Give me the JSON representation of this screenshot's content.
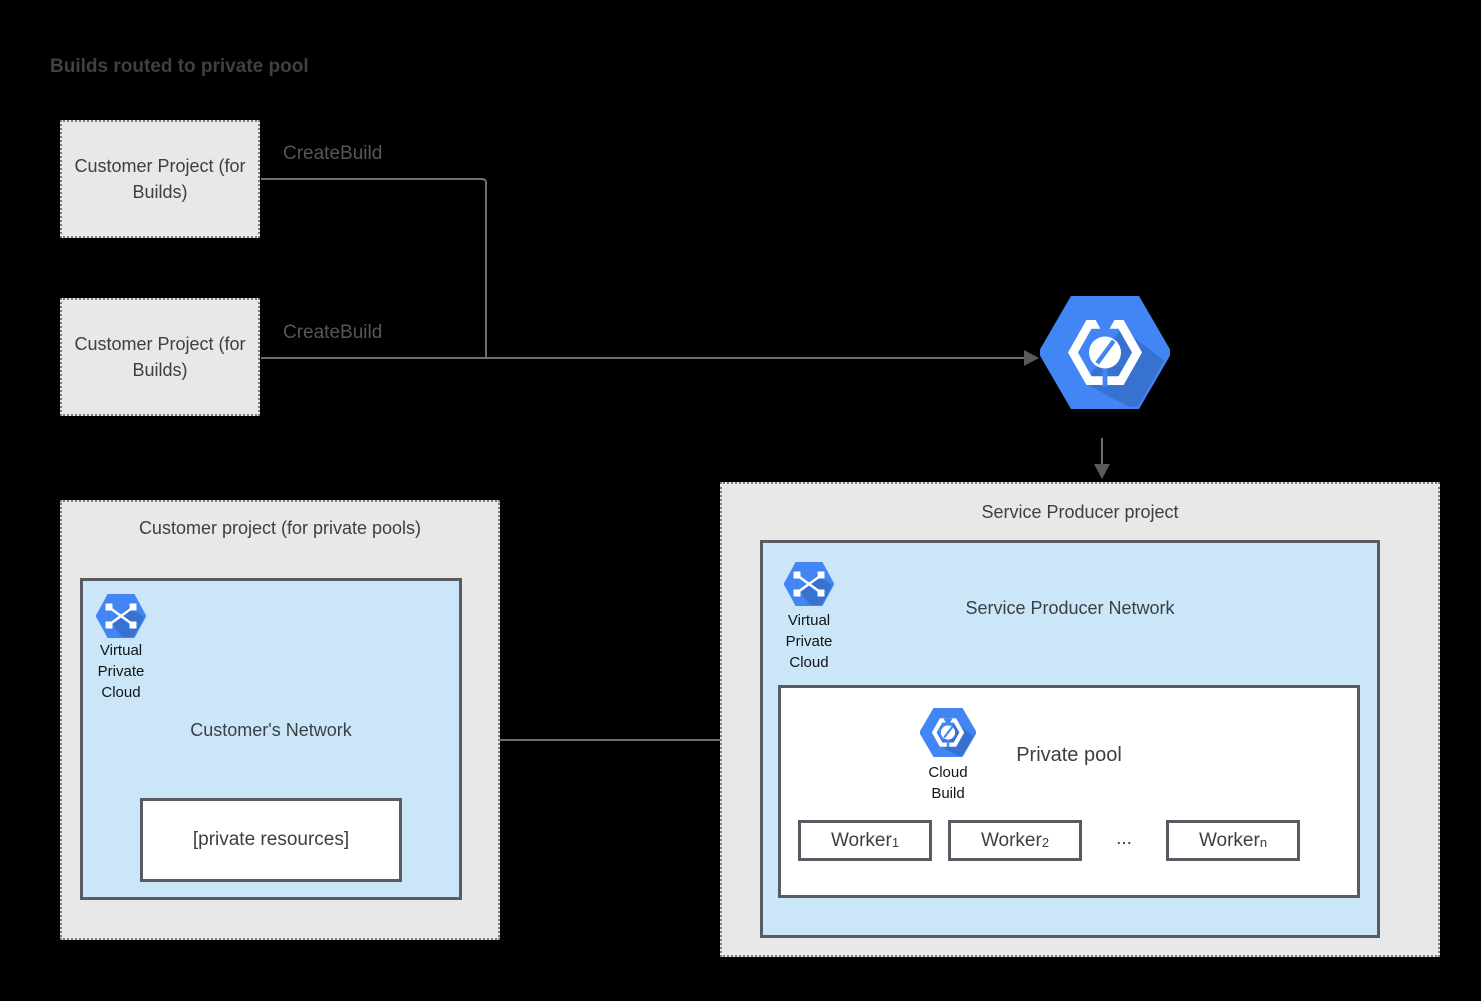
{
  "title": "Builds routed to private pool",
  "colors": {
    "background": "#000000",
    "google_blue": "#4285f4",
    "light_blue_fill": "#cbe6f8",
    "gray_fill": "#e8e8e8",
    "line_gray": "#6e6e6e",
    "border_dark": "#565c62"
  },
  "builds_flow": {
    "project1_label": "Customer Project (for Builds)",
    "project2_label": "Customer Project (for Builds)",
    "arrow1_label": "CreateBuild",
    "arrow2_label": "CreateBuild"
  },
  "customer_pool_project": {
    "title": "Customer project (for private pools)",
    "network_title": "Customer's Network",
    "vpc_label": "Virtual Private Cloud",
    "private_resources_label": "[private resources]"
  },
  "service_producer_project": {
    "title": "Service Producer project",
    "network_title": "Service Producer Network",
    "vpc_label": "Virtual Private Cloud",
    "private_pool": {
      "title": "Private pool",
      "cloud_build_label": "Cloud Build",
      "ellipsis": "...",
      "workers": [
        {
          "base": "Worker",
          "sub": "1"
        },
        {
          "base": "Worker",
          "sub": "2"
        },
        {
          "base": "Worker",
          "sub": "n"
        }
      ]
    }
  }
}
